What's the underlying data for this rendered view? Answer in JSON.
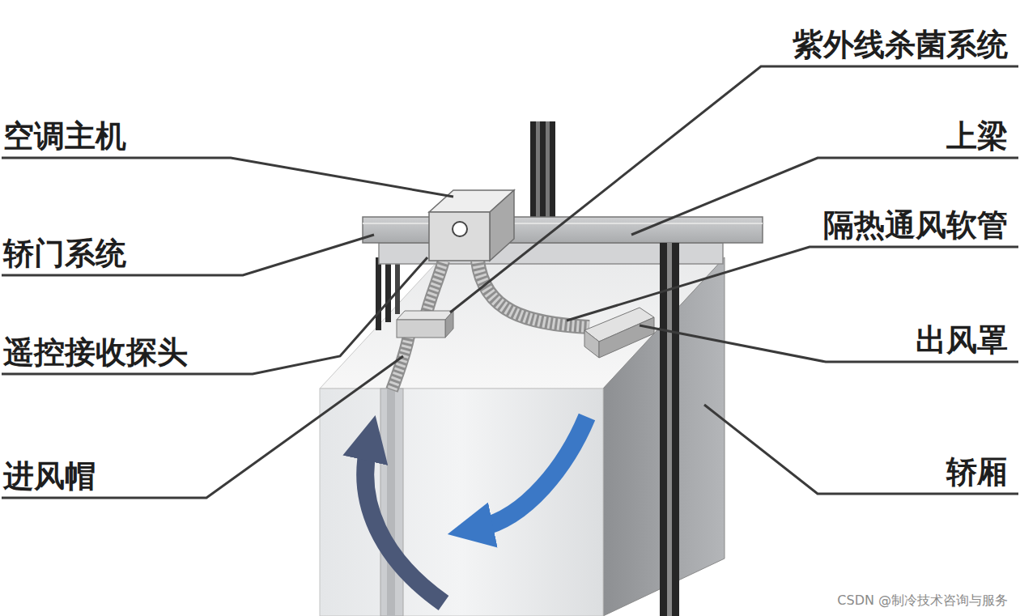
{
  "diagram": {
    "labels": [
      "紫外线杀菌系统",
      "空调主机",
      "上梁",
      "轿门系统",
      "隔热通风软管",
      "遥控接收探头",
      "出风罩",
      "进风帽",
      "轿厢",
      "CSDN @制冷技术咨询与服务"
    ]
  }
}
